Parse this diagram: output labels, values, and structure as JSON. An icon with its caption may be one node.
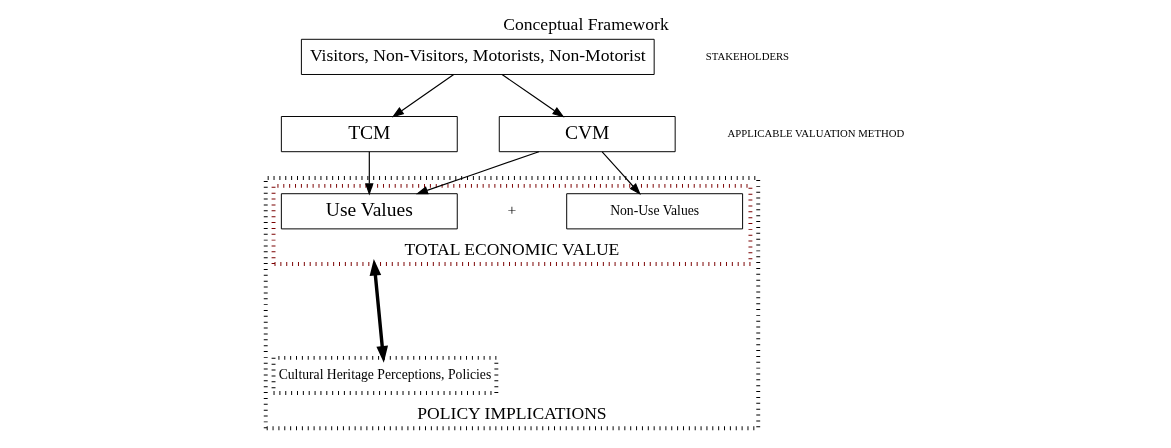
{
  "diagram": {
    "title": "Conceptual Framework",
    "nodes": [
      {
        "text": [
          "POLICY IMPLICATIONS"
        ]
      },
      {
        "text": [
          "TOTAL ECONOMIC VALUE"
        ],
        "in": 0
      },
      {
        "text": [
          "Visitors, Non-Visitors, Motorists, Non-Motorist"
        ]
      },
      {
        "text": [
          "TCM"
        ]
      },
      {
        "text": [
          "CVM"
        ]
      },
      {
        "text": [
          "Use Values"
        ],
        "in": 1
      },
      {
        "text": [
          "Non-Use Values"
        ],
        "in": 1
      },
      {
        "text": [
          "Cultural Heritage Perceptions, Policies"
        ],
        "in": 0
      }
    ],
    "edges": [
      {
        "from": 2,
        "to": 3,
        "arrow": "to"
      },
      {
        "from": 2,
        "to": 4,
        "arrow": "to"
      },
      {
        "from": 3,
        "to": 5,
        "arrow": "to"
      },
      {
        "from": 4,
        "to": 5,
        "arrow": "to"
      },
      {
        "from": 4,
        "to": 6,
        "arrow": "to"
      },
      {
        "from": 1,
        "to": 7,
        "arrow": "both",
        "style": "thick"
      }
    ],
    "labels": [
      "STAKEHOLDERS",
      "APPLICABLE VALUATION METHOD",
      "+"
    ]
  }
}
